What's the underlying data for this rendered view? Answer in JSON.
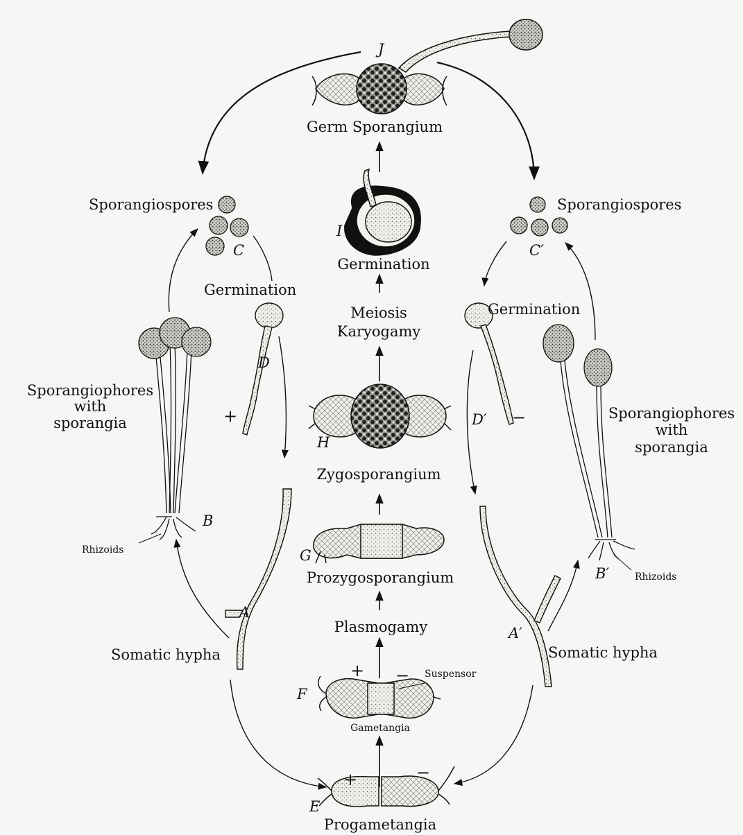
{
  "labels": {
    "germ_sporangium": "Germ  Sporangium",
    "sporangiospores_left": "Sporangiospores",
    "sporangiospores_right": "Sporangiospores",
    "germination_center": "Germination",
    "germination_left": "Germination",
    "germination_right": "Germination",
    "meiosis": "Meiosis",
    "karyogamy": "Karyogamy",
    "sporangiophores_left": [
      "Sporangiophores",
      "with",
      "sporangia"
    ],
    "sporangiophores_right": [
      "Sporangiophores",
      "with",
      "sporangia"
    ],
    "zygosporangium": "Zygosporangium",
    "prozygosporangium": "Prozygosporangium",
    "plasmogamy": "Plasmogamy",
    "rhizoids_left": "Rhizoids",
    "rhizoids_right": "Rhizoids",
    "somatic_hypha_left": "Somatic hypha",
    "somatic_hypha_right": "Somatic hypha",
    "suspensor": "Suspensor",
    "gametangia": "Gametangia",
    "progametangia": "Progametangia"
  },
  "stage_letters": {
    "J": "J",
    "I": "I",
    "H": "H",
    "G": "G",
    "F": "F",
    "E": "E",
    "C": "C",
    "C_prime": "C′",
    "D": "D",
    "D_prime": "D′",
    "B": "B",
    "B_prime": "B′",
    "A": "A",
    "A_prime": "A′"
  },
  "mating_signs": {
    "plus": "+",
    "minus": "−"
  }
}
